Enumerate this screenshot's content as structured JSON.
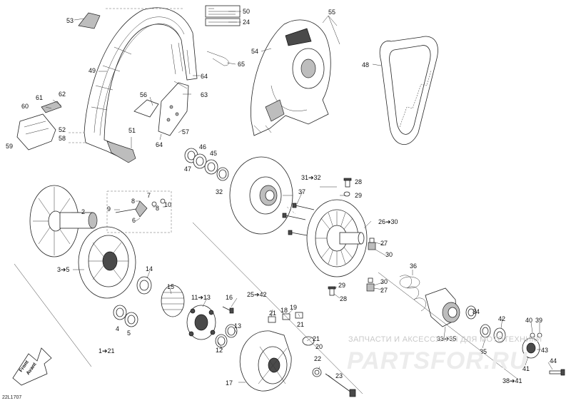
{
  "diagram_code": "22L1707",
  "front_label": [
    "Front",
    "Avant"
  ],
  "watermark": {
    "line1": "ЗАПЧАСТИ И АКСЕССУАРЫ ДЛЯ МОТОТЕХНИКИ",
    "line2": "PARTSFOR.RU"
  },
  "callouts": {
    "c1": "1➔21",
    "c2": "2",
    "c3": "3➔5",
    "c4": "4",
    "c5": "5",
    "c6": "6",
    "c7": "7",
    "c8a": "8",
    "c8b": "8",
    "c9": "9",
    "c10": "10",
    "c11": "11➔13",
    "c12": "12",
    "c13": "13",
    "c14": "14",
    "c15": "15",
    "c16": "16",
    "c17": "17",
    "c18": "18",
    "c19": "19",
    "c20": "20",
    "c21a": "21",
    "c21b": "21",
    "c21c": "21",
    "c22": "22",
    "c23": "23",
    "c24": "24",
    "c25": "25➔42",
    "c26": "26➔30",
    "c27a": "27",
    "c27b": "27",
    "c28a": "28",
    "c28b": "28",
    "c29a": "29",
    "c29b": "29",
    "c30a": "30",
    "c30b": "30",
    "c31": "31➔32",
    "c32": "32",
    "c33": "33➔35",
    "c34": "34",
    "c35": "35",
    "c36": "36",
    "c37": "37",
    "c38": "38➔41",
    "c39": "39",
    "c40": "40",
    "c41": "41",
    "c42": "42",
    "c43": "43",
    "c44": "44",
    "c45": "45",
    "c46": "46",
    "c47": "47",
    "c48": "48",
    "c49": "49",
    "c50": "50",
    "c51": "51",
    "c52": "52",
    "c53": "53",
    "c54": "54",
    "c55": "55",
    "c56": "56",
    "c57": "57",
    "c58": "58",
    "c59": "59",
    "c60": "60",
    "c61": "61",
    "c62": "62",
    "c63": "63",
    "c64a": "64",
    "c64b": "64",
    "c65": "65"
  }
}
